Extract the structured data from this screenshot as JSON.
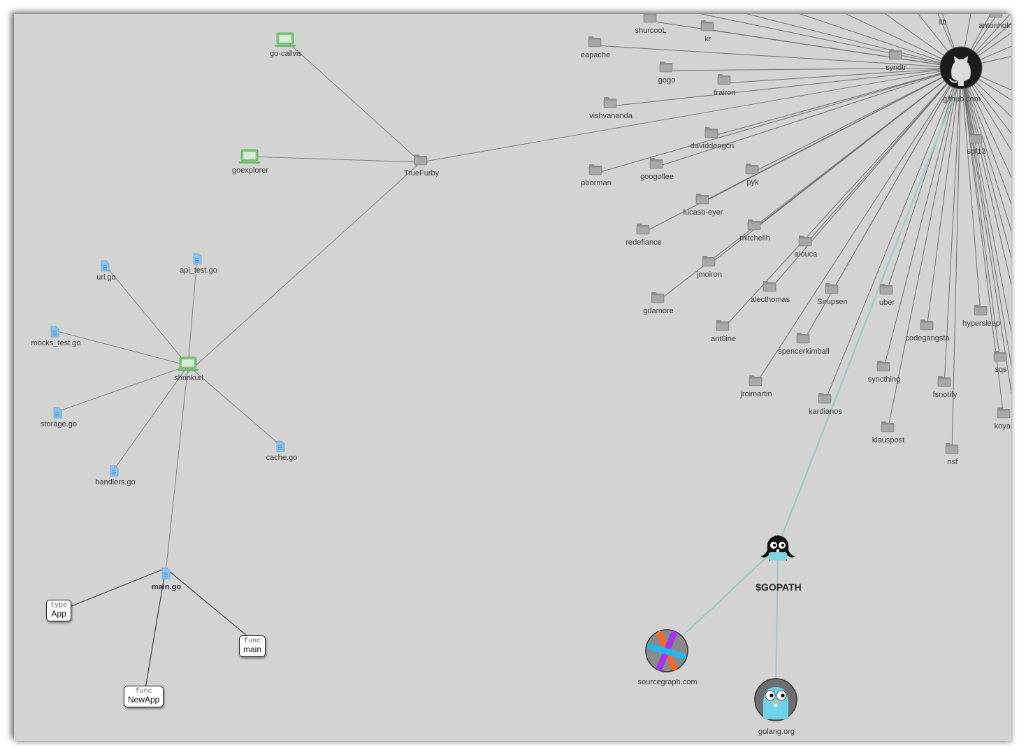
{
  "colors": {
    "background": "#d3d3d3",
    "edge": "#777777",
    "gopath_edge": "#9fc9c9",
    "folder": "#9a9a9a",
    "file": "#88c4ec",
    "package": "#7cc47c"
  },
  "graph": {
    "github": {
      "label": "github.com",
      "icon": "github-octocat-icon"
    },
    "gopath": {
      "label": "$GOPATH",
      "icon": "gopher-octocat-icon"
    },
    "sourcegraph": {
      "label": "sourcegraph.com",
      "icon": "sourcegraph-logo-icon"
    },
    "golang": {
      "label": "golang.org",
      "icon": "gopher-icon"
    },
    "truefurby": {
      "label": "TrueFurby",
      "icon": "folder-icon"
    },
    "packages": [
      {
        "id": "go-callvis",
        "label": "go-callvis"
      },
      {
        "id": "goexplorer",
        "label": "goexplorer"
      },
      {
        "id": "shrinkurl",
        "label": "shrinkurl"
      }
    ],
    "files": [
      {
        "id": "url",
        "label": "url.go"
      },
      {
        "id": "api_test",
        "label": "api_test.go"
      },
      {
        "id": "mocks_test",
        "label": "mocks_test.go"
      },
      {
        "id": "storage",
        "label": "storage.go"
      },
      {
        "id": "handlers",
        "label": "handlers.go"
      },
      {
        "id": "cache",
        "label": "cache.go"
      },
      {
        "id": "main",
        "label": "main.go"
      }
    ],
    "declarations": [
      {
        "id": "type-app",
        "kind": "type",
        "name": "App"
      },
      {
        "id": "func-main",
        "kind": "func",
        "name": "main"
      },
      {
        "id": "func-newapp",
        "kind": "func",
        "name": "NewApp"
      }
    ],
    "folders": [
      "shurcooL",
      "kr",
      "eapache",
      "syndtr",
      "gogo",
      "frairon",
      "vishvananda",
      "daviddengcn",
      "pborman",
      "googollee",
      "pyk",
      "lucasb-eyer",
      "redefiance",
      "mitchellh",
      "alouca",
      "jmoiron",
      "gdamore",
      "alecthomas",
      "Sirupsen",
      "uber",
      "hypersleep",
      "spf13",
      "ant0ine",
      "spencerkimball",
      "codegangsta",
      "syncthing",
      "sqs",
      "jroimartin",
      "fsnotify",
      "kardianos",
      "koyac",
      "klauspost",
      "nsf",
      "antonholm",
      "lib"
    ]
  }
}
